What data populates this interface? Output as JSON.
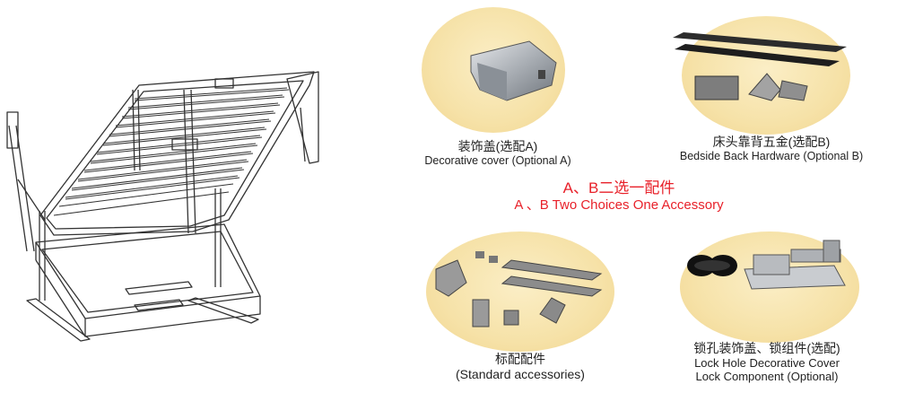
{
  "accessories": [
    {
      "zh": "装饰盖(选配A)",
      "en": "Decorative cover (Optional  A)"
    },
    {
      "zh": "床头靠背五金(选配B)",
      "en": "Bedside Back Hardware (Optional  B)"
    },
    {
      "zh": "标配配件",
      "en": "(Standard accessories)"
    },
    {
      "zh": "锁孔装饰盖、锁组件(选配)",
      "en": "Lock Hole Decorative Cover",
      "en2": "Lock Component (Optional)"
    }
  ],
  "choice": {
    "zh": "A、B二选一配件",
    "en": "A 、B Two Choices One Accessory"
  },
  "colors": {
    "accent_red": "#e8212a",
    "oval": "#f6e2a8"
  }
}
